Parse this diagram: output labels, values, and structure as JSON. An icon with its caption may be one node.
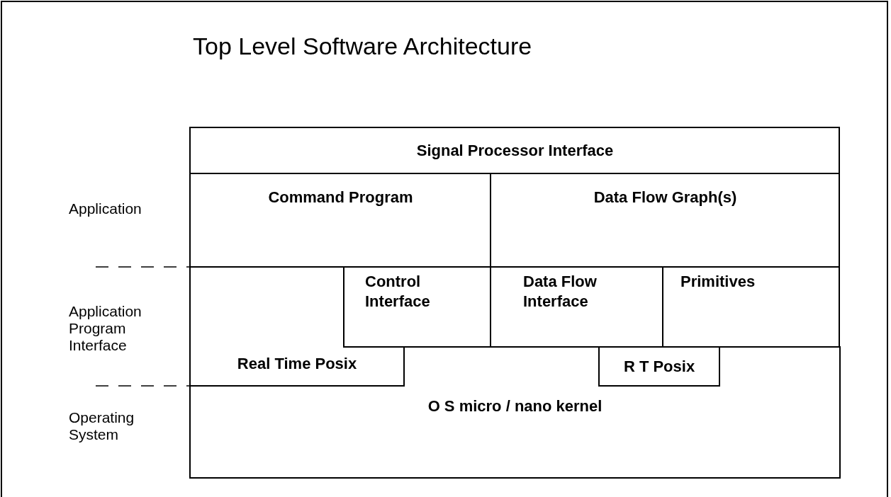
{
  "diagram": {
    "title": "Top Level Software Architecture",
    "nodes": [
      {
        "text": [
          "Signal Processor Interface"
        ]
      },
      {
        "text": [
          "Command Program"
        ]
      },
      {
        "text": [
          "Data Flow Graph(s)"
        ]
      },
      {
        "text": [
          "Control Interface"
        ]
      },
      {
        "text": [
          "Data Flow Interface"
        ]
      },
      {
        "text": [
          "Primitives"
        ]
      },
      {
        "text": [
          "Real Time Posix"
        ]
      },
      {
        "text": [
          "R T Posix"
        ]
      },
      {
        "text": [
          "O S micro / nano kernel"
        ]
      }
    ],
    "labels": [
      "Application",
      "Application Program Interface",
      "Operating System"
    ]
  }
}
